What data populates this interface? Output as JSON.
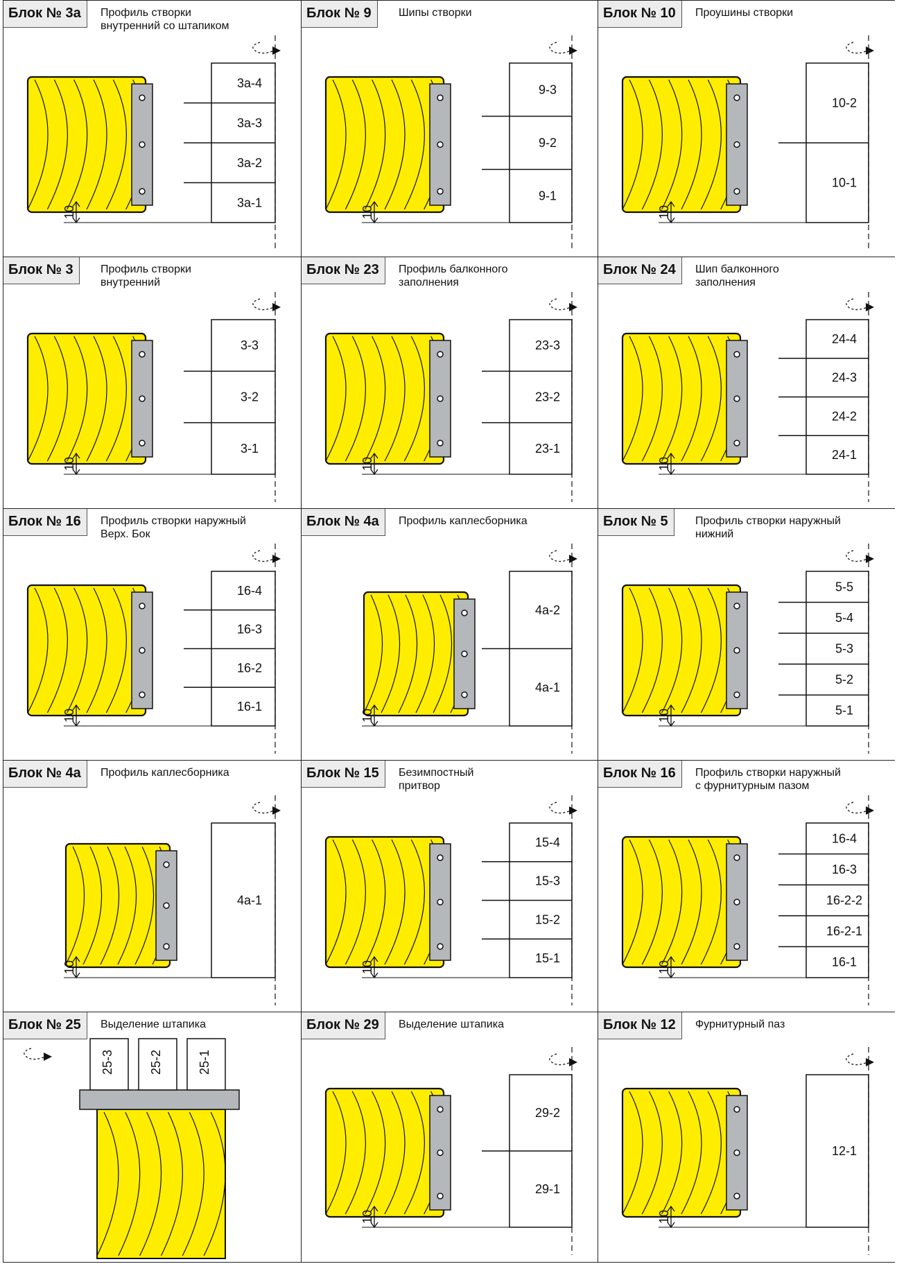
{
  "cells": [
    {
      "block": "Блок № 3а",
      "desc": "Профиль створки\nвнутренний со штапиком",
      "labels": [
        "3а-4",
        "3а-3",
        "3а-2",
        "3а-1"
      ],
      "dim": "10",
      "variant": "frame"
    },
    {
      "block": "Блок № 9",
      "desc": "Шипы створки",
      "labels": [
        "9-3",
        "9-2",
        "9-1"
      ],
      "dim": "10",
      "variant": "tenon"
    },
    {
      "block": "Блок № 10",
      "desc": "Проушины створки",
      "labels": [
        "10-2",
        "10-1"
      ],
      "dim": "10",
      "variant": "slot"
    },
    {
      "block": "Блок № 3",
      "desc": "Профиль створки\nвнутренний",
      "labels": [
        "3-3",
        "3-2",
        "3-1"
      ],
      "dim": "10",
      "variant": "frame"
    },
    {
      "block": "Блок № 23",
      "desc": "Профиль балконного\nзаполнения",
      "labels": [
        "23-3",
        "23-2",
        "23-1"
      ],
      "dim": "10",
      "variant": "frame"
    },
    {
      "block": "Блок № 24",
      "desc": "Шип балконного\nзаполнения",
      "labels": [
        "24-4",
        "24-3",
        "24-2",
        "24-1"
      ],
      "dim": "10",
      "variant": "frame"
    },
    {
      "block": "Блок № 16",
      "desc": "Профиль створки наружный\nВерх. Бок",
      "labels": [
        "16-4",
        "16-3",
        "16-2",
        "16-1"
      ],
      "dim": "10",
      "variant": "frame"
    },
    {
      "block": "Блок № 4а",
      "desc": "Профиль каплесборника",
      "labels": [
        "4а-2",
        "4а-1"
      ],
      "dim": "10",
      "variant": "drip"
    },
    {
      "block": "Блок № 5",
      "desc": "Профиль створки наружный\nнижний",
      "labels": [
        "5-5",
        "5-4",
        "5-3",
        "5-2",
        "5-1"
      ],
      "dim": "10",
      "variant": "frame"
    },
    {
      "block": "Блок № 4а",
      "desc": "Профиль каплесборника",
      "labels": [
        "4а-1"
      ],
      "dim": "10",
      "variant": "drip"
    },
    {
      "block": "Блок № 15",
      "desc": "Безимпостный\nпритвор",
      "labels": [
        "15-4",
        "15-3",
        "15-2",
        "15-1"
      ],
      "dim": "10",
      "variant": "frame"
    },
    {
      "block": "Блок № 16",
      "desc": "Профиль створки наружный\nс фурнитурным пазом",
      "labels": [
        "16-4",
        "16-3",
        "16-2-2",
        "16-2-1",
        "16-1"
      ],
      "dim": "10",
      "variant": "frame"
    },
    {
      "block": "Блок № 25",
      "desc": "Выделение штапика",
      "labels": [
        "25-3",
        "25-2",
        "25-1"
      ],
      "dim": "",
      "variant": "bead"
    },
    {
      "block": "Блок № 29",
      "desc": "Выделение штапика",
      "labels": [
        "29-2",
        "29-1"
      ],
      "dim": "10",
      "variant": "frame"
    },
    {
      "block": "Блок № 12",
      "desc": "Фурнитурный паз",
      "labels": [
        "12-1"
      ],
      "dim": "10",
      "variant": "groove"
    }
  ],
  "colors": {
    "wood": "#ffed00",
    "steel": "#b5b8bb",
    "line": "#111111"
  }
}
